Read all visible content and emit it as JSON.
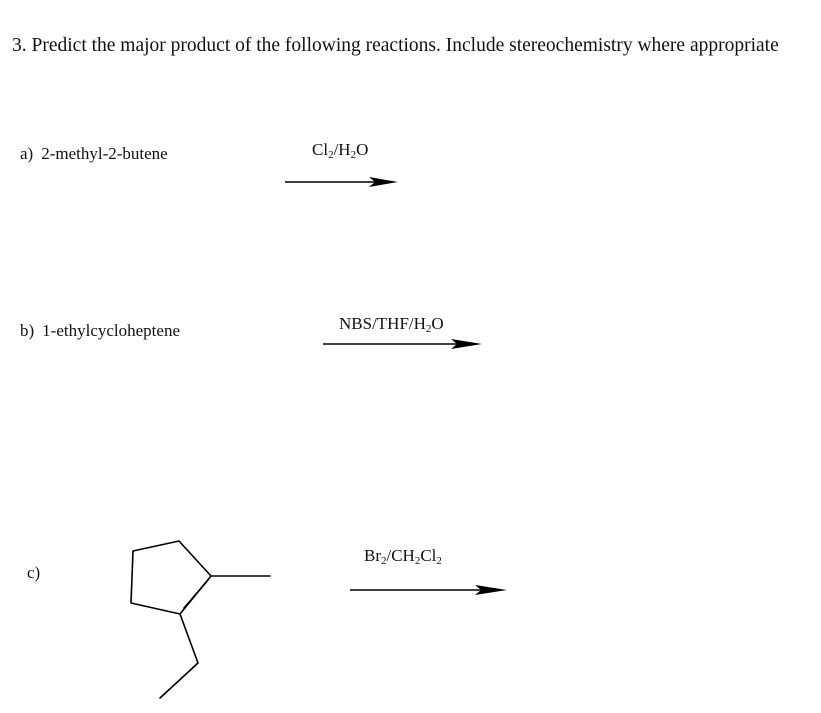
{
  "question": {
    "text": "3. Predict the major product of the following reactions. Include stereochemistry where appropriate"
  },
  "parts": [
    {
      "label": "a)",
      "substrate": "2-methyl-2-butene",
      "reagent": [
        {
          "t": "Cl"
        },
        {
          "t": "2",
          "sub": true
        },
        {
          "t": "/H"
        },
        {
          "t": "2",
          "sub": true
        },
        {
          "t": "O"
        }
      ]
    },
    {
      "label": "b)",
      "substrate": "1-ethylcycloheptene",
      "reagent": [
        {
          "t": "NBS/THF/H"
        },
        {
          "t": "2",
          "sub": true
        },
        {
          "t": "O"
        }
      ]
    },
    {
      "label": "c)",
      "substrate": "",
      "reagent": [
        {
          "t": "Br"
        },
        {
          "t": "2",
          "sub": true
        },
        {
          "t": "/CH"
        },
        {
          "t": "2",
          "sub": true
        },
        {
          "t": "Cl"
        },
        {
          "t": "2",
          "sub": true
        }
      ]
    }
  ],
  "colors": {
    "text": "#111111",
    "line": "#000000"
  }
}
